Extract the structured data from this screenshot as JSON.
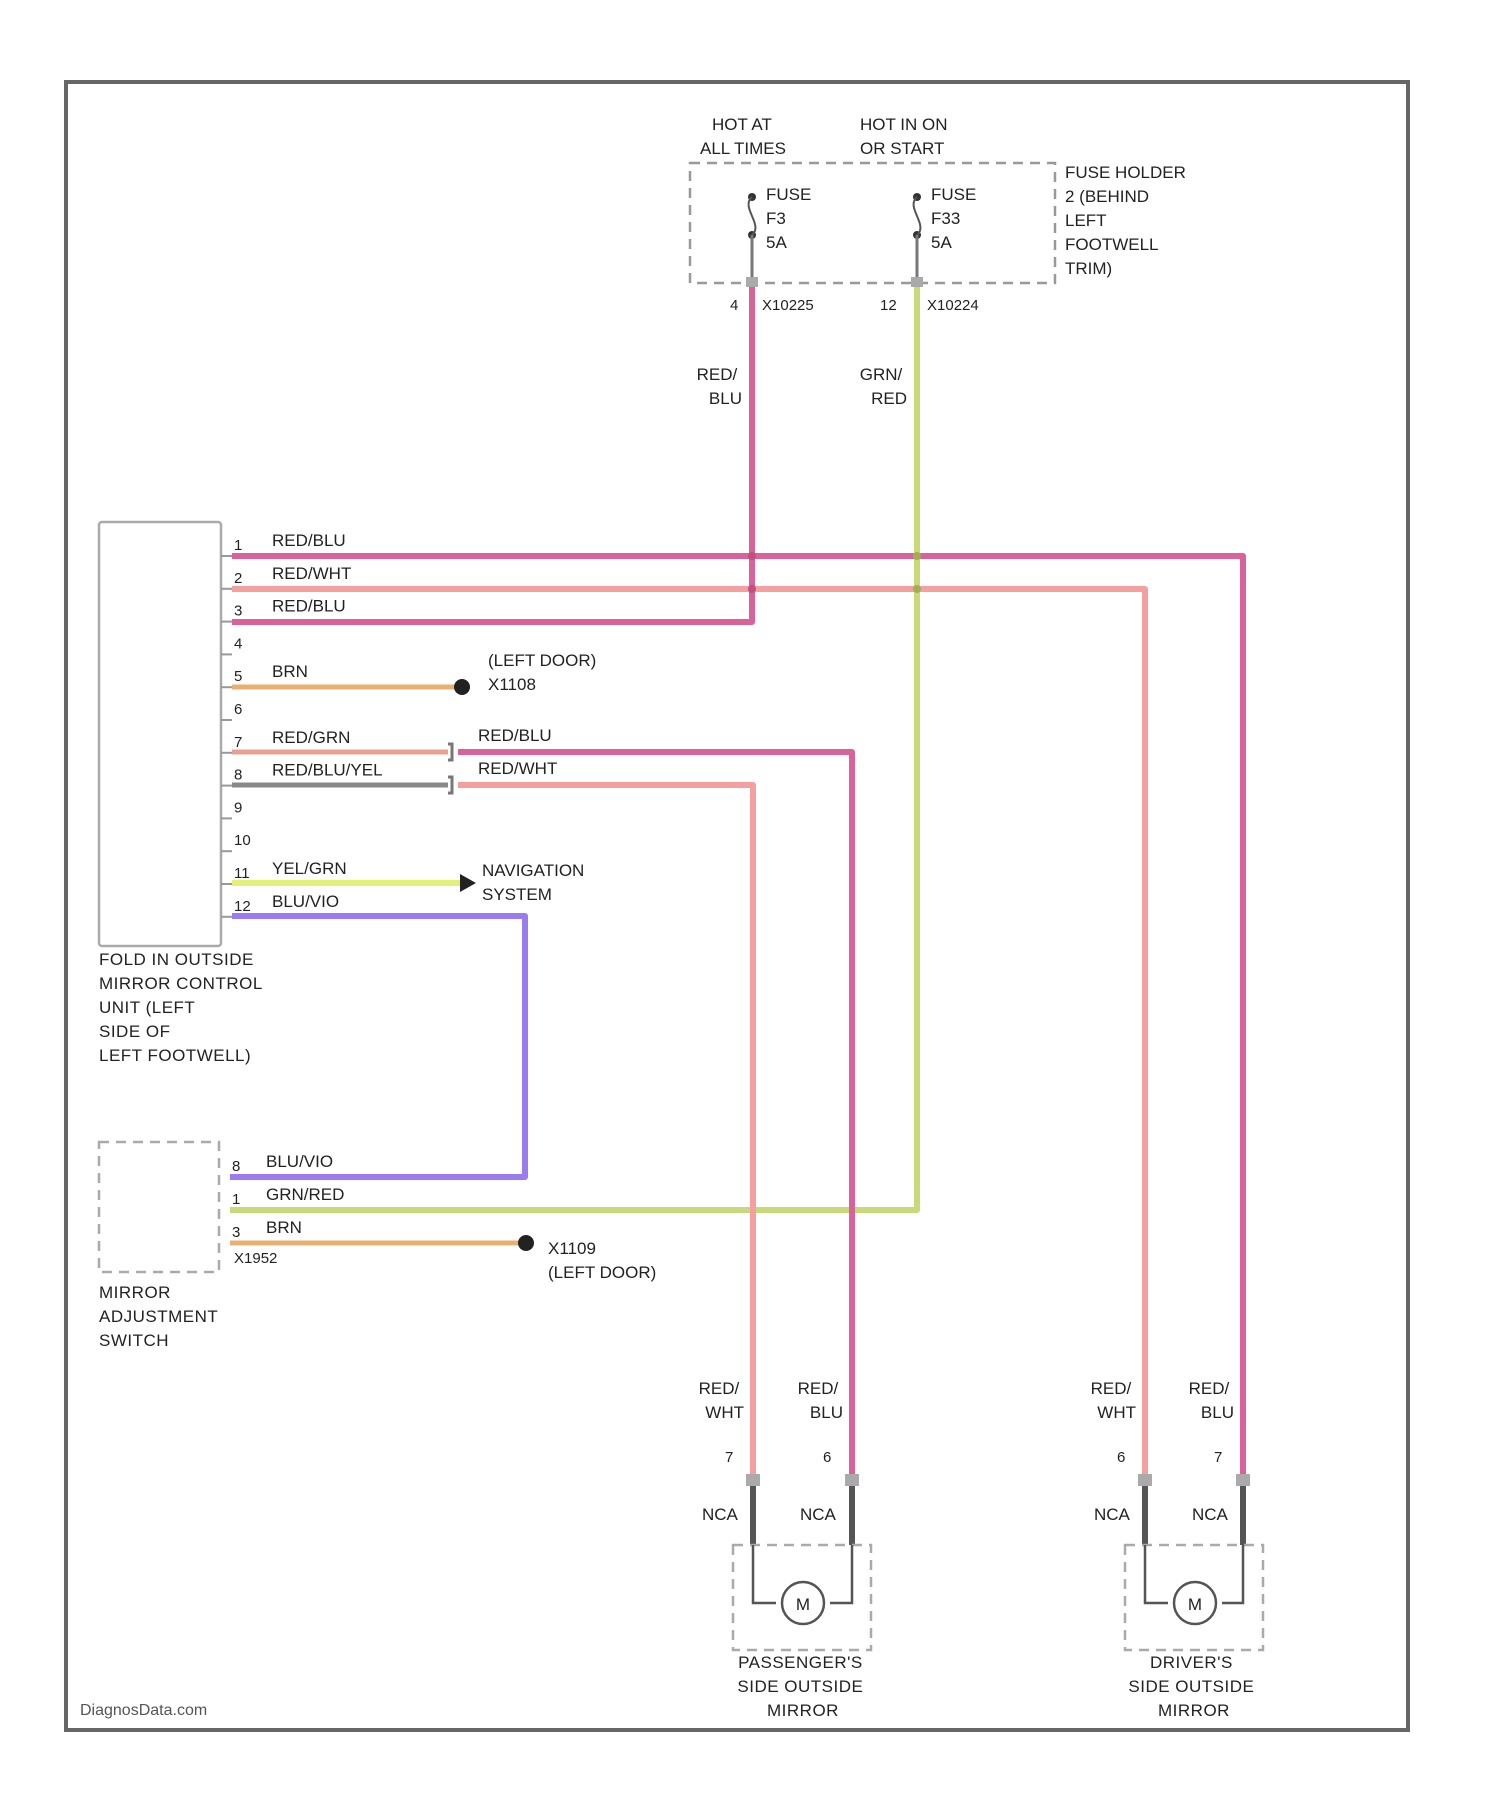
{
  "power": {
    "hot_at_all_times": [
      "HOT AT",
      "ALL TIMES"
    ],
    "hot_in_on_start": [
      "HOT IN ON",
      "OR START"
    ],
    "fuse1": [
      "FUSE",
      "F3",
      "5A"
    ],
    "fuse2": [
      "FUSE",
      "F33",
      "5A"
    ],
    "fuse_holder": [
      "FUSE HOLDER",
      "2 (BEHIND",
      "LEFT",
      "FOOTWELL",
      "TRIM)"
    ],
    "pin1": "4",
    "conn1": "X10225",
    "pin2": "12",
    "conn2": "X10224",
    "wire1": [
      "RED/",
      "BLU"
    ],
    "wire2": [
      "GRN/",
      "RED"
    ]
  },
  "control_unit": {
    "name": [
      "FOLD IN OUTSIDE",
      "MIRROR CONTROL",
      "UNIT (LEFT",
      "SIDE OF",
      "LEFT FOOTWELL)"
    ],
    "pins": [
      {
        "num": "1",
        "wire": "RED/BLU"
      },
      {
        "num": "2",
        "wire": "RED/WHT"
      },
      {
        "num": "3",
        "wire": "RED/BLU"
      },
      {
        "num": "4",
        "wire": ""
      },
      {
        "num": "5",
        "wire": "BRN"
      },
      {
        "num": "6",
        "wire": ""
      },
      {
        "num": "7",
        "wire": "RED/GRN"
      },
      {
        "num": "8",
        "wire": "RED/BLU/YEL"
      },
      {
        "num": "9",
        "wire": ""
      },
      {
        "num": "10",
        "wire": ""
      },
      {
        "num": "11",
        "wire": "YEL/GRN"
      },
      {
        "num": "12",
        "wire": "BLU/VIO"
      }
    ]
  },
  "ground_left_door_top": [
    "(LEFT DOOR)",
    "X1108"
  ],
  "splice_wires": {
    "upper": "RED/BLU",
    "lower": "RED/WHT"
  },
  "navigation": [
    "NAVIGATION",
    "SYSTEM"
  ],
  "adjust_switch": {
    "name": [
      "MIRROR",
      "ADJUSTMENT",
      "SWITCH"
    ],
    "pins": [
      {
        "num": "8",
        "wire": "BLU/VIO"
      },
      {
        "num": "1",
        "wire": "GRN/RED"
      },
      {
        "num": "3",
        "wire": "BRN"
      }
    ],
    "conn": "X1952"
  },
  "ground_left_door_bottom": [
    "X1109",
    "(LEFT DOOR)"
  ],
  "passenger_mirror": {
    "name": [
      "PASSENGER'S",
      "SIDE OUTSIDE",
      "MIRROR"
    ],
    "wire_a": [
      "RED/",
      "WHT"
    ],
    "wire_b": [
      "RED/",
      "BLU"
    ],
    "pin_a": "7",
    "pin_b": "6",
    "nca_a": "NCA",
    "nca_b": "NCA",
    "motor": "M"
  },
  "driver_mirror": {
    "name": [
      "DRIVER'S",
      "SIDE OUTSIDE",
      "MIRROR"
    ],
    "wire_a": [
      "RED/",
      "WHT"
    ],
    "wire_b": [
      "RED/",
      "BLU"
    ],
    "pin_a": "6",
    "pin_b": "7",
    "nca_a": "NCA",
    "nca_b": "NCA",
    "motor": "M"
  },
  "watermark": "DiagnosData.com",
  "colors": {
    "red_blu": "#d9629a",
    "red_wht": "#f4a0a0",
    "grn_red": "#c9d97a",
    "brn": "#e8b070",
    "yel_grn": "#e2f07a",
    "blu_vio": "#9b7bf2",
    "gray": "#888888"
  }
}
